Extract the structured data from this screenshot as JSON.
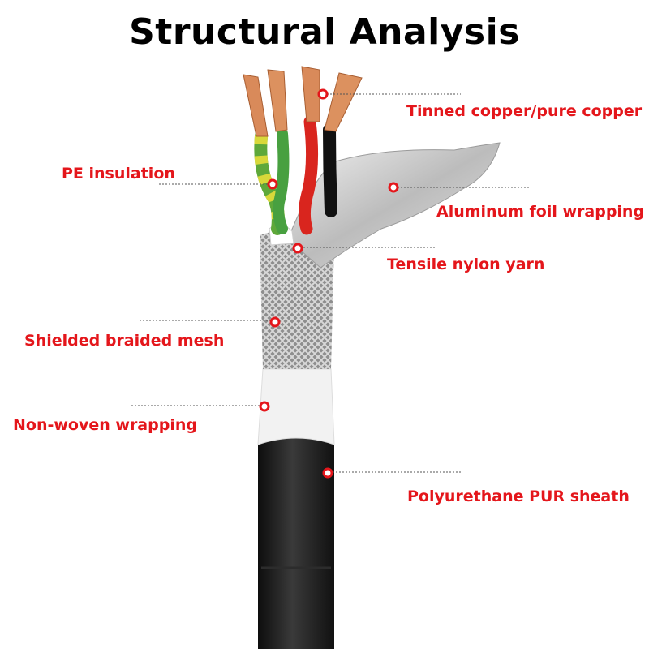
{
  "title": "Structural Analysis",
  "colors": {
    "label": "#e4161b",
    "marker_ring": "#e4161b",
    "leader_line": "#555555",
    "sheath": "#1c1c1c",
    "copper": "#d98a5a"
  },
  "labels": {
    "tinned_copper": "Tinned copper/pure copper",
    "pe_insulation": "PE insulation",
    "aluminum_foil": "Aluminum foil wrapping",
    "nylon_yarn": "Tensile nylon yarn",
    "braided_mesh": "Shielded braided mesh",
    "non_woven": "Non-woven wrapping",
    "pur_sheath": "Polyurethane PUR sheath"
  }
}
